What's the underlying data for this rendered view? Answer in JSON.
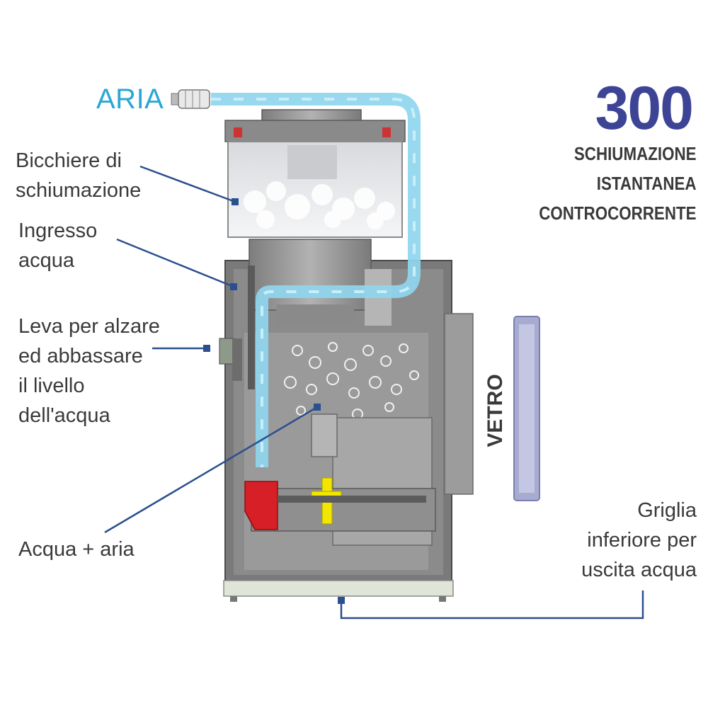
{
  "diagram": {
    "air_label": "ARIA",
    "model": {
      "number": "300",
      "desc_lines": [
        "SCHIUMAZIONE",
        "ISTANTANEA",
        "CONTROCORRENTE"
      ]
    },
    "labels": {
      "cup": [
        "Bicchiere di",
        "schiumazione"
      ],
      "water_inlet": [
        "Ingresso",
        "acqua"
      ],
      "lever": [
        "Leva per alzare",
        "ed abbassare",
        "il livello",
        "dell'acqua"
      ],
      "water_air": [
        "Acqua + aria"
      ],
      "grid": [
        "Griglia",
        "inferiore per",
        "uscita acqua"
      ]
    },
    "glass_label": "VETRO",
    "colors": {
      "air_flow": "#8fd6ef",
      "air_text": "#2aa7d6",
      "model_number": "#3d4496",
      "callout_line": "#2b4f8f",
      "body": "#6b6b6b",
      "pump_red": "#d61f26",
      "pump_yellow": "#f2e600",
      "glass_panel": "#a7abd0"
    }
  }
}
